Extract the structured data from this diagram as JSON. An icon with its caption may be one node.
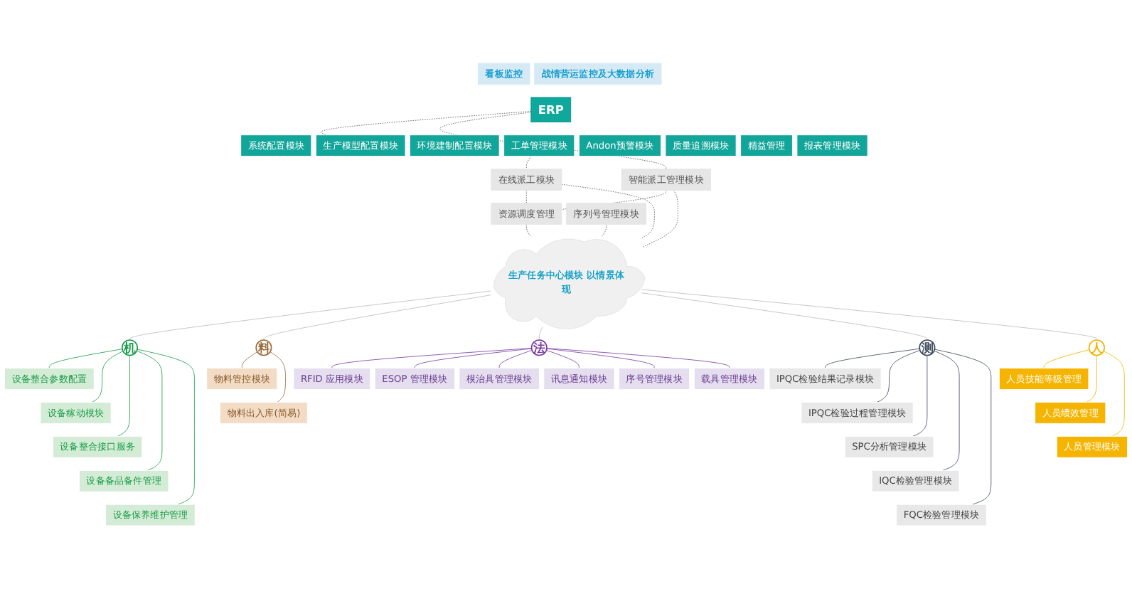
{
  "diagram": {
    "nodes": [
      {
        "text": [
          "ERP"
        ]
      },
      {
        "text": [
          "系统配置模块"
        ]
      },
      {
        "text": [
          "环境建制配置模块"
        ]
      },
      {
        "text": [
          "生产模型配置模块"
        ]
      },
      {
        "text": [
          "Andon预警模块"
        ]
      },
      {
        "text": [
          "工单管理模块"
        ]
      },
      {
        "text": [
          "质量追溯模块"
        ]
      },
      {
        "text": [
          "精益管理"
        ]
      },
      {
        "text": [
          "报表管理模块"
        ]
      },
      {
        "text": [
          "看板监控"
        ]
      },
      {
        "text": [
          "战情营运监控及大数据分析"
        ]
      },
      {
        "text": [
          "在线派工模块"
        ]
      },
      {
        "text": [
          "智能派工管理模块"
        ]
      },
      {
        "text": [
          "资源调度管理"
        ]
      },
      {
        "text": [
          "序列号管理模块"
        ]
      },
      {
        "text": [
          "生产任务中心模块 以情景体现"
        ]
      },
      {
        "text": [
          "机"
        ]
      },
      {
        "text": [
          "设备整合参数配置"
        ]
      },
      {
        "text": [
          "设备稼动模块"
        ]
      },
      {
        "text": [
          "设备整合接口服务"
        ]
      },
      {
        "text": [
          "设备备品备件管理"
        ]
      },
      {
        "text": [
          "设备保养维护管理"
        ]
      },
      {
        "text": [
          "料"
        ]
      },
      {
        "text": [
          "物料管控模块"
        ]
      },
      {
        "text": [
          "物料出入库(简易)"
        ]
      },
      {
        "text": [
          "法"
        ]
      },
      {
        "text": [
          "RFID 应用模块"
        ]
      },
      {
        "text": [
          "ESOP 管理模块"
        ]
      },
      {
        "text": [
          "模治具管理模块"
        ]
      },
      {
        "text": [
          "讯息通知模块"
        ]
      },
      {
        "text": [
          "序号管理模块"
        ]
      },
      {
        "text": [
          "载具管理模块"
        ]
      },
      {
        "text": [
          "测"
        ]
      },
      {
        "text": [
          "IPQC检验结果记录模块"
        ]
      },
      {
        "text": [
          "IPQC检验过程管理模块"
        ]
      },
      {
        "text": [
          "SPC分析管理模块"
        ]
      },
      {
        "text": [
          "IQC检验管理模块"
        ]
      },
      {
        "text": [
          "FQC检验管理模块"
        ]
      },
      {
        "text": [
          "人"
        ]
      },
      {
        "text": [
          "人员技能等级管理"
        ]
      },
      {
        "text": [
          "人员绩效管理"
        ]
      },
      {
        "text": [
          "人员管理模块"
        ]
      }
    ],
    "edges": [
      {
        "from": 0,
        "to": 3,
        "arrow": "none",
        "style": "dashed",
        "color": "#555555"
      },
      {
        "from": 0,
        "to": 5,
        "arrow": "none",
        "style": "dashed",
        "color": "#555555"
      },
      {
        "from": 5,
        "to": 11,
        "arrow": "none",
        "style": "dashed",
        "color": "#555555"
      },
      {
        "from": 5,
        "to": 12,
        "arrow": "none",
        "style": "dashed",
        "color": "#555555"
      },
      {
        "from": 11,
        "to": 13,
        "arrow": "none",
        "style": "dashed",
        "color": "#555555"
      },
      {
        "from": 12,
        "to": 13,
        "arrow": "none",
        "style": "dashed",
        "color": "#555555"
      },
      {
        "from": 11,
        "to": 15,
        "arrow": "none",
        "style": "dashed",
        "color": "#555555"
      },
      {
        "from": 14,
        "to": 15,
        "arrow": "none",
        "style": "dashed",
        "color": "#555555"
      },
      {
        "from": 13,
        "to": 15,
        "arrow": "none",
        "style": "dashed",
        "color": "#555555"
      },
      {
        "from": 12,
        "to": 15,
        "arrow": "none",
        "style": "dashed",
        "color": "#555555"
      },
      {
        "from": 15,
        "to": 16,
        "arrow": "none",
        "color": "#bbbbbb"
      },
      {
        "from": 15,
        "to": 22,
        "arrow": "none",
        "color": "#bbbbbb"
      },
      {
        "from": 15,
        "to": 25,
        "arrow": "none",
        "color": "#bbbbbb"
      },
      {
        "from": 15,
        "to": 32,
        "arrow": "none",
        "color": "#bbbbbb"
      },
      {
        "from": 15,
        "to": 38,
        "arrow": "none",
        "color": "#bbbbbb"
      },
      {
        "from": 16,
        "to": 17,
        "arrow": "none",
        "color": "#1a9c4a"
      },
      {
        "from": 16,
        "to": 18,
        "arrow": "none",
        "color": "#1a9c4a"
      },
      {
        "from": 16,
        "to": 19,
        "arrow": "none",
        "color": "#1a9c4a"
      },
      {
        "from": 16,
        "to": 20,
        "arrow": "none",
        "color": "#1a9c4a"
      },
      {
        "from": 16,
        "to": 21,
        "arrow": "none",
        "color": "#1a9c4a"
      },
      {
        "from": 22,
        "to": 23,
        "arrow": "none",
        "color": "#9b6a3a"
      },
      {
        "from": 22,
        "to": 24,
        "arrow": "none",
        "color": "#9b6a3a"
      },
      {
        "from": 25,
        "to": 26,
        "arrow": "none",
        "color": "#7a3aa0"
      },
      {
        "from": 25,
        "to": 27,
        "arrow": "none",
        "color": "#7a3aa0"
      },
      {
        "from": 25,
        "to": 28,
        "arrow": "none",
        "color": "#7a3aa0"
      },
      {
        "from": 25,
        "to": 29,
        "arrow": "none",
        "color": "#7a3aa0"
      },
      {
        "from": 25,
        "to": 30,
        "arrow": "none",
        "color": "#7a3aa0"
      },
      {
        "from": 25,
        "to": 31,
        "arrow": "none",
        "color": "#7a3aa0"
      },
      {
        "from": 32,
        "to": 33,
        "arrow": "none",
        "color": "#3d4a5c"
      },
      {
        "from": 32,
        "to": 34,
        "arrow": "none",
        "color": "#3d4a5c"
      },
      {
        "from": 32,
        "to": 35,
        "arrow": "none",
        "color": "#3d4a5c"
      },
      {
        "from": 32,
        "to": 36,
        "arrow": "none",
        "color": "#3d4a5c"
      },
      {
        "from": 32,
        "to": 37,
        "arrow": "none",
        "color": "#3d4a5c"
      },
      {
        "from": 38,
        "to": 39,
        "arrow": "none",
        "color": "#f0b400"
      },
      {
        "from": 38,
        "to": 40,
        "arrow": "none",
        "color": "#f0b400"
      },
      {
        "from": 38,
        "to": 41,
        "arrow": "none",
        "color": "#f0b400"
      }
    ]
  }
}
